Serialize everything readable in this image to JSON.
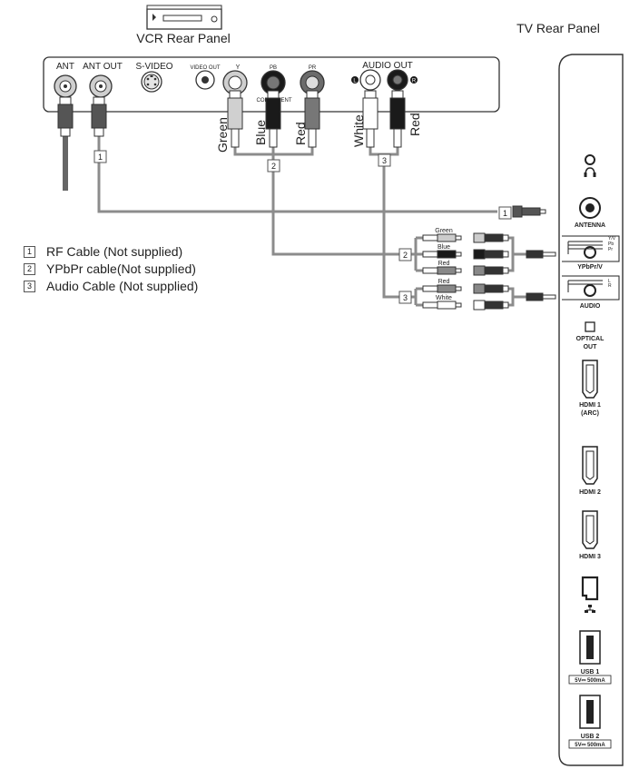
{
  "vcr": {
    "title": "VCR Rear Panel",
    "ports": {
      "ant": "ANT",
      "ant_out": "ANT OUT",
      "s_video": "S-VIDEO",
      "video_out": "VIDEO OUT",
      "y": "Y",
      "pb": "PB",
      "pr": "PR",
      "component": "COMPONENT",
      "audio_out": "AUDIO OUT",
      "audio_l": "L",
      "audio_r": "R"
    }
  },
  "cable_labels": {
    "green": "Green",
    "blue": "Blue",
    "red": "Red",
    "white": "White",
    "red2": "Red"
  },
  "splitter_labels": {
    "green": "Green",
    "blue": "Blue",
    "red": "Red",
    "red_audio": "Red",
    "white": "White"
  },
  "markers": [
    "1",
    "2",
    "3"
  ],
  "legend": [
    {
      "num": "1",
      "text": "RF Cable (Not supplied)"
    },
    {
      "num": "2",
      "text": "YPbPr cable(Not supplied)"
    },
    {
      "num": "3",
      "text": "Audio Cable (Not supplied)"
    }
  ],
  "tv": {
    "title": "TV Rear Panel",
    "ports": {
      "antenna": "ANTENNA",
      "ypbpr_v": "YPbPr/V",
      "ypbpr_sub": [
        "Y/V",
        "Pb",
        "Pr"
      ],
      "audio": "AUDIO",
      "audio_sub": [
        "L",
        "R"
      ],
      "optical_1": "OPTICAL",
      "optical_2": "OUT",
      "hdmi1": "HDMI 1",
      "hdmi1_arc": "(ARC)",
      "hdmi2": "HDMI 2",
      "hdmi3": "HDMI 3",
      "usb1": "USB 1",
      "usb1_spec": "5V⎓ 500mA",
      "usb2": "USB 2",
      "usb2_spec": "5V⎓ 500mA"
    }
  },
  "colors": {
    "cable": "#8c8c8c",
    "outline": "#333333",
    "jack_fill": "#cfcfcf",
    "dark": "#1a1a1a"
  }
}
